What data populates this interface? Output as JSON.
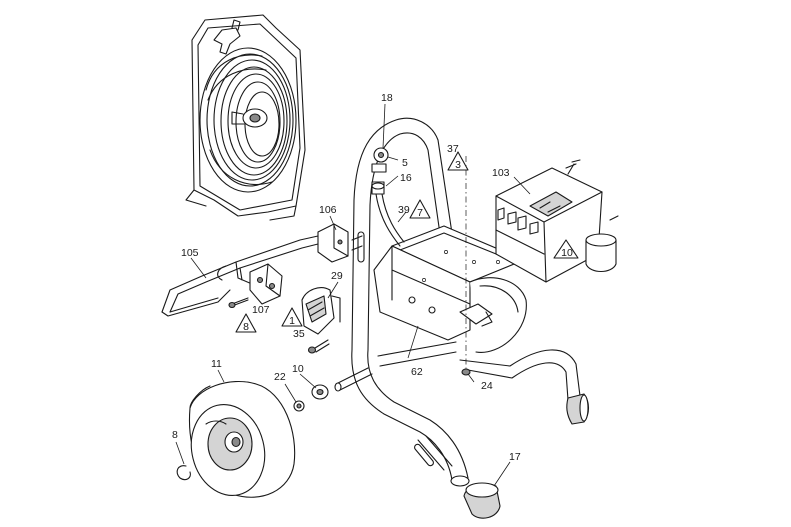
{
  "part_labels": {
    "p18": "18",
    "p37": "37",
    "p5": "5",
    "p16": "16",
    "p103": "103",
    "p106": "106",
    "p39": "39",
    "p105": "105",
    "p29": "29",
    "p107": "107",
    "p35": "35",
    "p11": "11",
    "p22": "22",
    "p10": "10",
    "p62": "62",
    "p24": "24",
    "p8": "8",
    "p17": "17"
  },
  "callouts": {
    "c3": "3",
    "c7": "7",
    "c10": "10",
    "c1": "1",
    "c8": "8"
  }
}
